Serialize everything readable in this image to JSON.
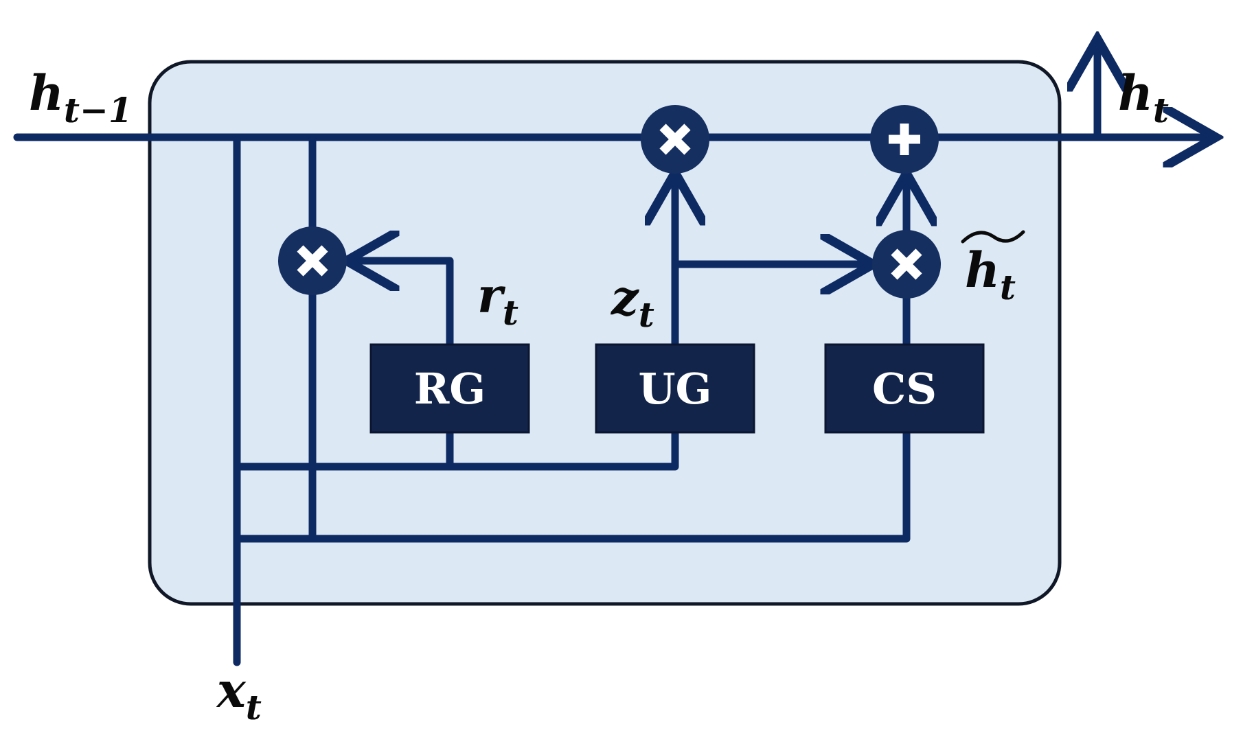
{
  "colors": {
    "line": "#0d2a63",
    "cell_fill": "#dce8f3",
    "gate_fill": "#13244a",
    "operator_fill": "#152f61"
  },
  "gates": {
    "reset": "RG",
    "update": "UG",
    "candidate": "CS"
  },
  "labels": {
    "h_prev_main": "h",
    "h_prev_sub": "t−1",
    "h_out_main": "h",
    "h_out_sub": "t",
    "x_main": "x",
    "x_sub": "t",
    "r_main": "r",
    "r_sub": "t",
    "z_main": "z",
    "z_sub": "t",
    "htilde_main": "h",
    "htilde_sub": "t"
  },
  "operators": [
    "multiply",
    "multiply",
    "add",
    "multiply"
  ]
}
